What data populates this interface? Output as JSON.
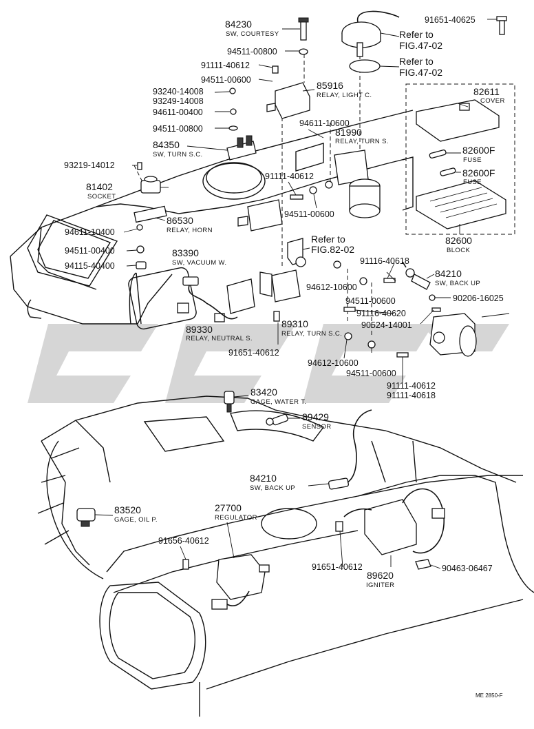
{
  "diagram": {
    "colors": {
      "ink": "#111111",
      "watermark": "#cfcfcf",
      "background": "#ffffff"
    },
    "labels": {
      "l84230": {
        "number": "84230",
        "desc": "SW, COURTESY"
      },
      "l9451100800a": {
        "number": "94511-00800"
      },
      "l9111140612a": {
        "number": "91111-40612"
      },
      "l9451100600a": {
        "number": "94511-00600"
      },
      "l85916": {
        "number": "85916",
        "desc": "RELAY, LIGHT C."
      },
      "l93240": {
        "number": "93240-14008"
      },
      "l93249": {
        "number": "93249-14008"
      },
      "l9461100400": {
        "number": "94611-00400"
      },
      "l9451100800b": {
        "number": "94511-00800"
      },
      "l9461110600a": {
        "number": "94611-10600"
      },
      "l81990": {
        "number": "81990",
        "desc": "RELAY, TURN S."
      },
      "l84350": {
        "number": "84350",
        "desc": "SW, TURN S.C."
      },
      "l93219": {
        "number": "93219-14012"
      },
      "l9111140612b": {
        "number": "91111-40612"
      },
      "l81402": {
        "number": "81402",
        "desc": "SOCKET"
      },
      "l9451100600b": {
        "number": "94511-00600"
      },
      "l9461110400": {
        "number": "94611-10400"
      },
      "l86530": {
        "number": "86530",
        "desc": "RELAY, HORN"
      },
      "l9451100400": {
        "number": "94511-00400"
      },
      "l9411540400": {
        "number": "94115-40400"
      },
      "l83390": {
        "number": "83390",
        "desc": "SW, VACUUM W."
      },
      "l9461210600a": {
        "number": "94612-10600"
      },
      "l9111640618": {
        "number": "91116-40618"
      },
      "l84210a": {
        "number": "84210",
        "desc": "SW, BACK UP"
      },
      "l9451100600c": {
        "number": "94511-00600"
      },
      "l9111640620": {
        "number": "91116-40620"
      },
      "l9020616025": {
        "number": "90206-16025"
      },
      "l9052414001": {
        "number": "90524-14001"
      },
      "l89330": {
        "number": "89330",
        "desc": "RELAY, NEUTRAL S."
      },
      "l89310": {
        "number": "89310",
        "desc": "RELAY, TURN S.C."
      },
      "l9165140612a": {
        "number": "91651-40612"
      },
      "l9461210600b": {
        "number": "94612-10600"
      },
      "l9451100600d": {
        "number": "94511-00600"
      },
      "l9111140612c": {
        "number": "91111-40612"
      },
      "l9111140618": {
        "number": "91111-40618"
      },
      "l82611": {
        "number": "82611",
        "desc": "COVER"
      },
      "l82600Fa": {
        "number": "82600F",
        "desc": "FUSE"
      },
      "l82600Fb": {
        "number": "82600F",
        "desc": "FUSE"
      },
      "l82600": {
        "number": "82600",
        "desc": "BLOCK"
      },
      "l9165140625": {
        "number": "91651-40625"
      },
      "l83420": {
        "number": "83420",
        "desc": "GAGE, WATER T."
      },
      "l89429": {
        "number": "89429",
        "desc": "SENSOR"
      },
      "l84210b": {
        "number": "84210",
        "desc": "SW, BACK UP"
      },
      "l83520": {
        "number": "83520",
        "desc": "GAGE, OIL P."
      },
      "l27700": {
        "number": "27700",
        "desc": "REGULATOR"
      },
      "l9165640612": {
        "number": "91656-40612"
      },
      "l9165140612b": {
        "number": "91651-40612"
      },
      "l89620": {
        "number": "89620",
        "desc": "IGNITER"
      },
      "l9046306467": {
        "number": "90463-06467"
      }
    },
    "refs": {
      "r1": {
        "line1": "Refer to",
        "line2": "FIG.47-02"
      },
      "r2": {
        "line1": "Refer to",
        "line2": "FIG.47-02"
      },
      "r3": {
        "line1": "Refer to",
        "line2": "FIG.82-02"
      }
    },
    "footer_code": "ME 2850-F"
  }
}
